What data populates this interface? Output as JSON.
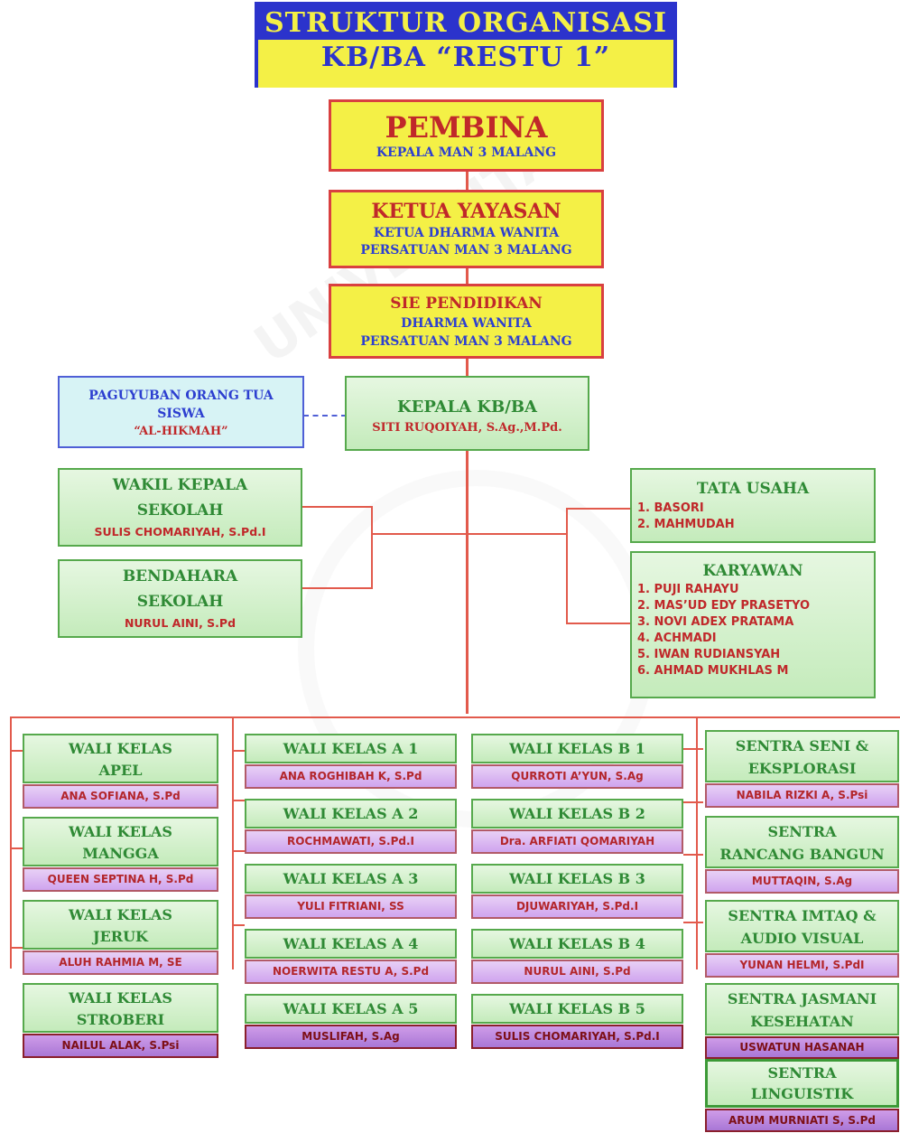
{
  "title": {
    "line1": "STRUKTUR ORGANISASI",
    "line2": "KB/BA “RESTU 1”"
  },
  "pembina": {
    "heading": "PEMBINA",
    "sub": "KEPALA MAN 3 MALANG"
  },
  "ketua_yayasan": {
    "heading": "KETUA YAYASAN",
    "sub1": "KETUA DHARMA WANITA",
    "sub2": "PERSATUAN MAN 3 MALANG"
  },
  "sie_pendidikan": {
    "heading": "SIE PENDIDIKAN",
    "sub1": "DHARMA WANITA",
    "sub2": "PERSATUAN MAN 3 MALANG"
  },
  "paguyuban": {
    "line1": "PAGUYUBAN ORANG TUA",
    "line2": "SISWA",
    "line3": "“AL-HIKMAH”"
  },
  "kepala": {
    "heading": "KEPALA KB/BA",
    "name": "SITI RUQOIYAH, S.Ag.,M.Pd."
  },
  "wakil": {
    "line1": "WAKIL KEPALA",
    "line2": "SEKOLAH",
    "name": "SULIS CHOMARIYAH, S.Pd.I"
  },
  "bendahara": {
    "line1": "BENDAHARA",
    "line2": "SEKOLAH",
    "name": "NURUL AINI, S.Pd"
  },
  "tata_usaha": {
    "heading": "TATA USAHA",
    "items": [
      "1. BASORI",
      "2. MAHMUDAH"
    ]
  },
  "karyawan": {
    "heading": "KARYAWAN",
    "items": [
      "1. PUJI RAHAYU",
      "2. MAS’UD EDY PRASETYO",
      "3. NOVI ADEX PRATAMA",
      "4. ACHMADI",
      "5. IWAN RUDIANSYAH",
      "6. AHMAD MUKHLAS M"
    ]
  },
  "col1": [
    {
      "l1": "WALI KELAS",
      "l2": "APEL",
      "name": "ANA SOFIANA, S.Pd"
    },
    {
      "l1": "WALI KELAS",
      "l2": "MANGGA",
      "name": "QUEEN SEPTINA H, S.Pd"
    },
    {
      "l1": "WALI KELAS",
      "l2": "JERUK",
      "name": "ALUH RAHMIA M, SE"
    },
    {
      "l1": "WALI KELAS",
      "l2": "STROBERI",
      "name": "NAILUL ALAK, S.Psi"
    }
  ],
  "col2": [
    {
      "label": "WALI KELAS A 1",
      "name": "ANA ROGHIBAH K, S.Pd"
    },
    {
      "label": "WALI KELAS A 2",
      "name": "ROCHMAWATI, S.Pd.I"
    },
    {
      "label": "WALI KELAS A 3",
      "name": "YULI FITRIANI, SS"
    },
    {
      "label": "WALI KELAS A 4",
      "name": "NOERWITA RESTU A, S.Pd"
    },
    {
      "label": "WALI KELAS A 5",
      "name": "MUSLIFAH, S.Ag"
    }
  ],
  "col3": [
    {
      "label": "WALI KELAS B 1",
      "name": "QURROTI A’YUN, S.Ag"
    },
    {
      "label": "WALI KELAS B 2",
      "name": "Dra. ARFIATI QOMARIYAH"
    },
    {
      "label": "WALI KELAS B 3",
      "name": "DJUWARIYAH, S.Pd.I"
    },
    {
      "label": "WALI KELAS B 4",
      "name": "NURUL AINI, S.Pd"
    },
    {
      "label": "WALI KELAS B 5",
      "name": "SULIS CHOMARIYAH, S.Pd.I"
    }
  ],
  "col4": [
    {
      "l1": "SENTRA SENI &",
      "l2": "EKSPLORASI",
      "name": "NABILA RIZKI A, S.Psi"
    },
    {
      "l1": "SENTRA",
      "l2": "RANCANG BANGUN",
      "name": "MUTTAQIN, S.Ag"
    },
    {
      "l1": "SENTRA IMTAQ &",
      "l2": "AUDIO VISUAL",
      "name": "YUNAN HELMI, S.PdI"
    },
    {
      "l1": "SENTRA JASMANI",
      "l2": "KESEHATAN",
      "name": "USWATUN HASANAH"
    },
    {
      "l1": "SENTRA",
      "l2": "LINGUISTIK",
      "name": "ARUM MURNIATI S, S.Pd"
    }
  ]
}
